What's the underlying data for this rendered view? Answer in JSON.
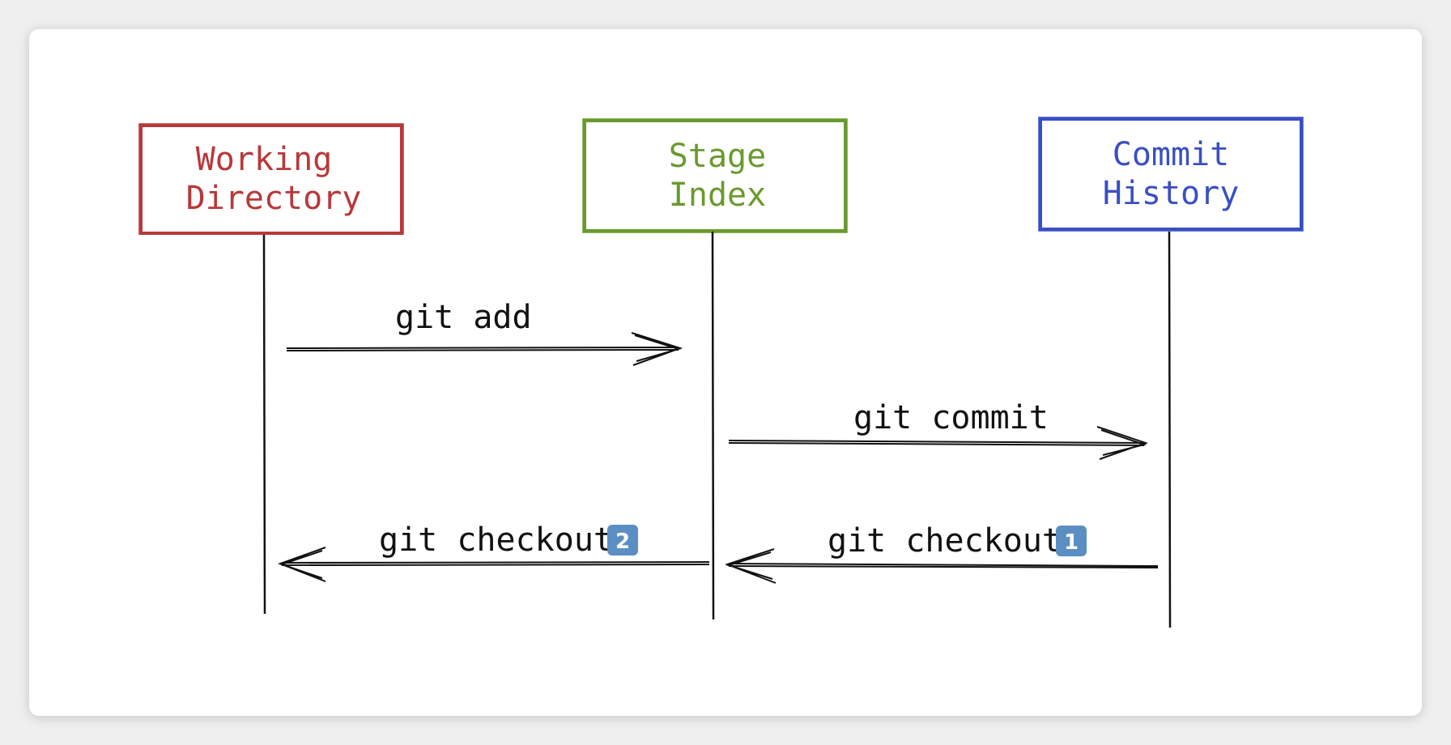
{
  "participants": [
    {
      "line1": "Working",
      "line2": "Directory",
      "color": "#b8383a"
    },
    {
      "line1": "Stage",
      "line2": "Index",
      "color": "#6a9a2e"
    },
    {
      "line1": "Commit",
      "line2": "History",
      "color": "#3a4fc4"
    }
  ],
  "messages": {
    "add": {
      "label": "git add"
    },
    "commit": {
      "label": "git commit"
    },
    "checkout2": {
      "label": "git checkout",
      "badge": "2"
    },
    "checkout1": {
      "label": "git checkout",
      "badge": "1"
    }
  },
  "badge_color": "#5b8fc4",
  "line_color": "#111111"
}
